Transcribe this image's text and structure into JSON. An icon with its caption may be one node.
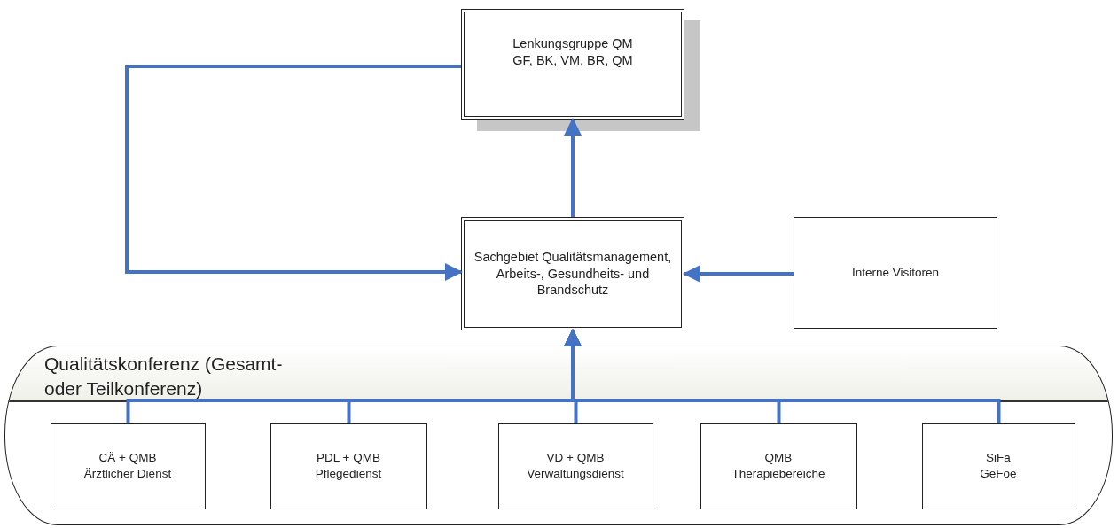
{
  "diagram": {
    "nodes": [
      {
        "text": [
          "Lenkungsgruppe QM",
          "GF, BK, VM, BR, QM"
        ]
      },
      {
        "text": [
          "Sachgebiet Qualitätsmanagement, Arbeits-, Gesundheits- und Brandschutz"
        ]
      },
      {
        "text": [
          "Interne Visitoren"
        ]
      },
      {
        "text": [
          "Qualitätskonferenz (Gesamt- oder Teilkonferenz)"
        ]
      },
      {
        "text": [
          "CÄ + QMB",
          "Ärztlicher Dienst"
        ],
        "in": 3
      },
      {
        "text": [
          "PDL + QMB",
          "Pflegedienst"
        ],
        "in": 3
      },
      {
        "text": [
          "VD + QMB",
          "Verwaltungsdienst"
        ],
        "in": 3
      },
      {
        "text": [
          "QMB",
          "Therapiebereiche"
        ],
        "in": 3
      },
      {
        "text": [
          "SiFa",
          "GeFoe"
        ],
        "in": 3
      }
    ],
    "edges": [
      {
        "from": 1,
        "to": 0,
        "arrow": "to"
      },
      {
        "from": 0,
        "to": 1,
        "arrow": "to"
      },
      {
        "from": 2,
        "to": 1,
        "arrow": "to"
      },
      {
        "from": 4,
        "to": 1,
        "arrow": "to"
      },
      {
        "from": 5,
        "to": 1,
        "arrow": "to"
      },
      {
        "from": 6,
        "to": 1,
        "arrow": "to"
      },
      {
        "from": 7,
        "to": 1,
        "arrow": "to"
      },
      {
        "from": 8,
        "to": 1,
        "arrow": "to"
      }
    ]
  }
}
